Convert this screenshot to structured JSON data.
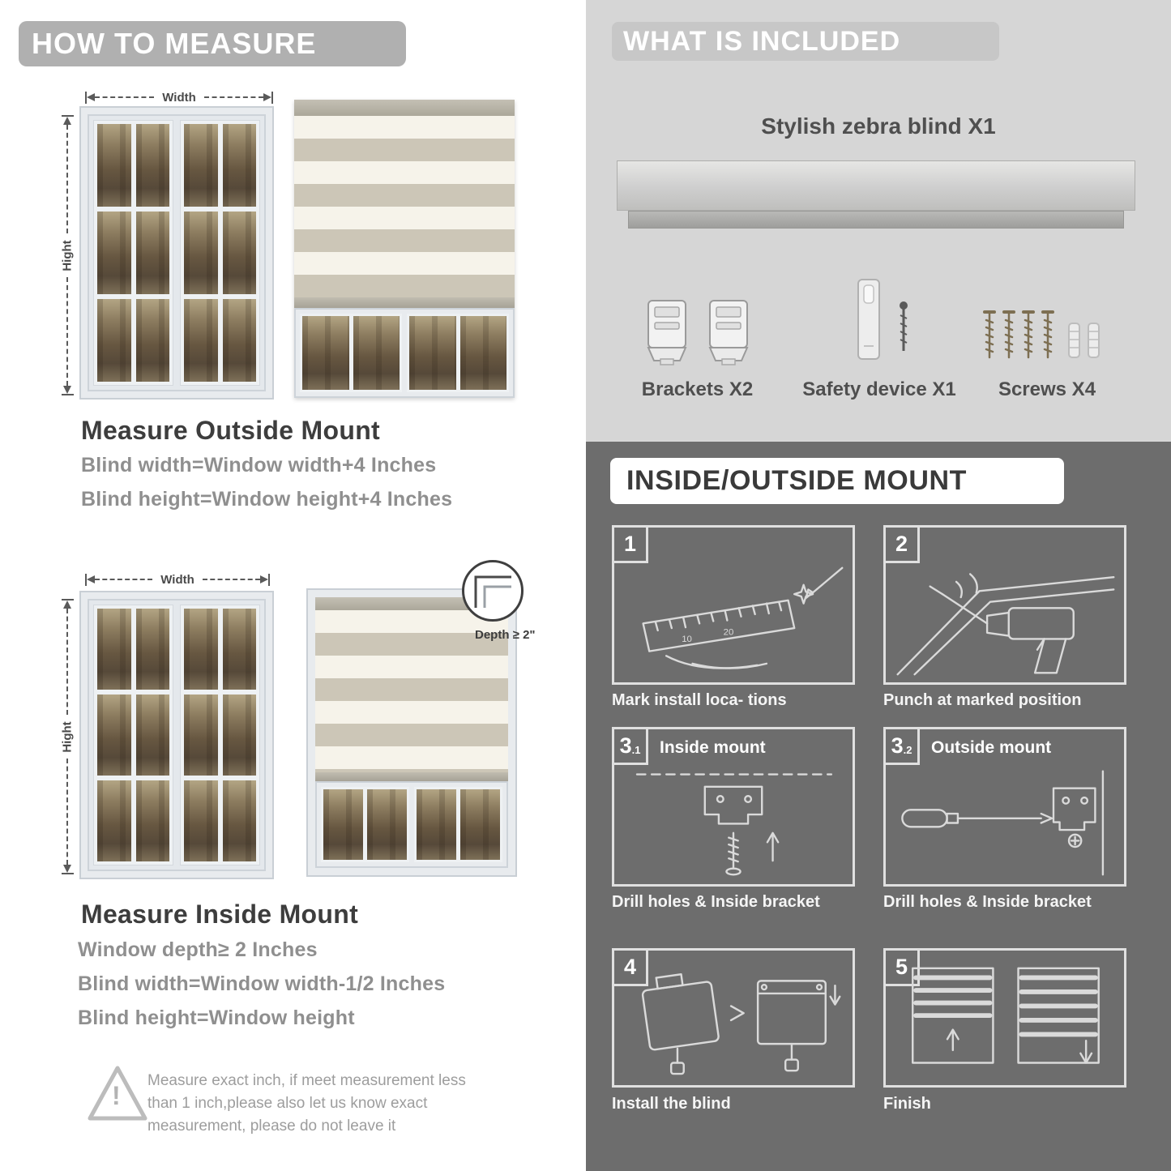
{
  "colors": {
    "banner_gray": "#b0b0b0",
    "light_section": "#d6d6d6",
    "dark_section": "#6d6d6d",
    "zebra_solid": "#ccc6b7",
    "zebra_sheer": "#f6f3ea"
  },
  "icons": {
    "warning": "warning-triangle-icon",
    "depth_detail": "depth-corner-icon",
    "brackets": "bracket-icon",
    "safety_device": "safety-device-icon",
    "screws": "screw-icon"
  },
  "left": {
    "header": "HOW TO MEASURE",
    "outside": {
      "width_label": "Width",
      "height_label": "Hight",
      "title": "Measure Outside Mount",
      "lines": [
        "Blind width=Window width+4 Inches",
        "Blind height=Window height+4 Inches"
      ]
    },
    "inside": {
      "width_label": "Width",
      "height_label": "Hight",
      "depth_callout": "Depth ≥ 2\"",
      "title": "Measure Inside Mount",
      "lines": [
        "Window depth≥ 2 Inches",
        "Blind width=Window width-1/2 Inches",
        "Blind height=Window height"
      ]
    },
    "warning": {
      "glyph": "!",
      "lines": [
        "Measure exact inch, if meet measurement less",
        "than 1 inch,please also let us know exact",
        "measurement, please do not leave it"
      ]
    }
  },
  "right": {
    "included": {
      "header": "WHAT IS INCLUDED",
      "product": "Stylish zebra blind X1",
      "items": [
        {
          "label": "Brackets X2"
        },
        {
          "label": "Safety device X1"
        },
        {
          "label": "Screws X4"
        }
      ]
    },
    "mount": {
      "header": "INSIDE/OUTSIDE MOUNT",
      "steps": [
        {
          "num": "1",
          "sub": "",
          "caption": "Mark install loca- tions"
        },
        {
          "num": "2",
          "sub": "",
          "caption": "Punch at  marked position"
        },
        {
          "num": "3",
          "sub": ".1",
          "label": "Inside mount",
          "caption": "Drill holes &  Inside bracket"
        },
        {
          "num": "3",
          "sub": ".2",
          "label": "Outside mount",
          "caption": "Drill holes &  Inside bracket"
        },
        {
          "num": "4",
          "sub": "",
          "caption": "Install the blind"
        },
        {
          "num": "5",
          "sub": "",
          "caption": "Finish"
        }
      ]
    }
  }
}
